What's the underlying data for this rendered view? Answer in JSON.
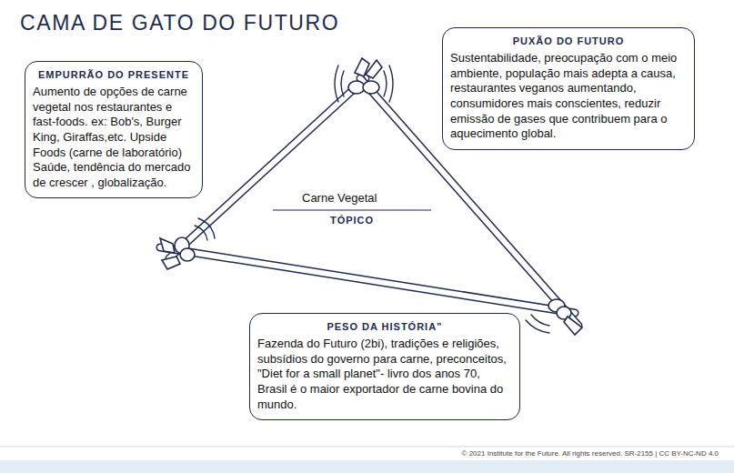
{
  "diagram": {
    "title": "CAMA DE GATO DO FUTURO",
    "nodes": [
      {
        "text": [
          "EMPURRÃO DO PRESENTE",
          "Aumento de opções de carne vegetal nos restaurantes e fast-foods. ex: Bob's, Burger King, Giraffas,etc. Upside Foods (carne de laboratório) Saúde, tendência do mercado de crescer , globalização."
        ]
      },
      {
        "text": [
          "PUXÃO DO FUTURO",
          "Sustentabilidade, preocupação com o meio ambiente, população mais adepta a causa, restaurantes veganos aumentando, consumidores mais conscientes, reduzir emissão de gases que contribuem para o aquecimento global."
        ]
      },
      {
        "text": [
          "PESO DA HISTÓRIA”",
          "Fazenda do Futuro (2bi), tradições e religiões, subsídios do governo para carne, preconceitos, \"Diet for a small planet\"- livro dos anos 70, Brasil é o maior exportador de carne bovina do mundo."
        ]
      }
    ],
    "labels": [
      "Carne Vegetal",
      "TÓPICO",
      "© 2021 Institute for the Future. All rights reserved. SR-2155 | CC BY-NC-ND 4.0"
    ]
  }
}
